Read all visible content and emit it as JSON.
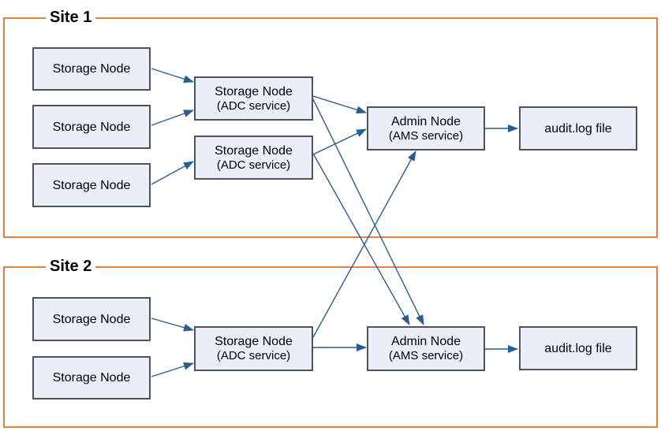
{
  "colors": {
    "site_border": "#DF8142",
    "box_fill": "#E9EEF8",
    "box_border": "#4F5257",
    "arrow": "#265D92"
  },
  "site1": {
    "label": "Site 1",
    "storage_node_1": "Storage Node",
    "storage_node_2": "Storage Node",
    "storage_node_3": "Storage Node",
    "adc_node_1": {
      "title": "Storage Node",
      "subtitle": "(ADC service)"
    },
    "adc_node_2": {
      "title": "Storage Node",
      "subtitle": "(ADC service)"
    },
    "admin_node": {
      "title": "Admin Node",
      "subtitle": "(AMS service)"
    },
    "audit_file": "audit.log file"
  },
  "site2": {
    "label": "Site 2",
    "storage_node_1": "Storage Node",
    "storage_node_2": "Storage Node",
    "adc_node": {
      "title": "Storage Node",
      "subtitle": "(ADC service)"
    },
    "admin_node": {
      "title": "Admin Node",
      "subtitle": "(AMS service)"
    },
    "audit_file": "audit.log file"
  },
  "edges": [
    {
      "from": "site1-storage-node-1",
      "to": "site1-adc-node-1"
    },
    {
      "from": "site1-storage-node-2",
      "to": "site1-adc-node-1"
    },
    {
      "from": "site1-storage-node-3",
      "to": "site1-adc-node-2"
    },
    {
      "from": "site1-adc-node-1",
      "to": "site1-admin-node"
    },
    {
      "from": "site1-adc-node-2",
      "to": "site1-admin-node"
    },
    {
      "from": "site1-adc-node-1",
      "to": "site2-admin-node"
    },
    {
      "from": "site1-adc-node-2",
      "to": "site2-admin-node"
    },
    {
      "from": "site2-adc-node",
      "to": "site1-admin-node"
    },
    {
      "from": "site1-admin-node",
      "to": "site1-audit-file"
    },
    {
      "from": "site2-storage-node-1",
      "to": "site2-adc-node"
    },
    {
      "from": "site2-storage-node-2",
      "to": "site2-adc-node"
    },
    {
      "from": "site2-adc-node",
      "to": "site2-admin-node"
    },
    {
      "from": "site2-admin-node",
      "to": "site2-audit-file"
    }
  ]
}
